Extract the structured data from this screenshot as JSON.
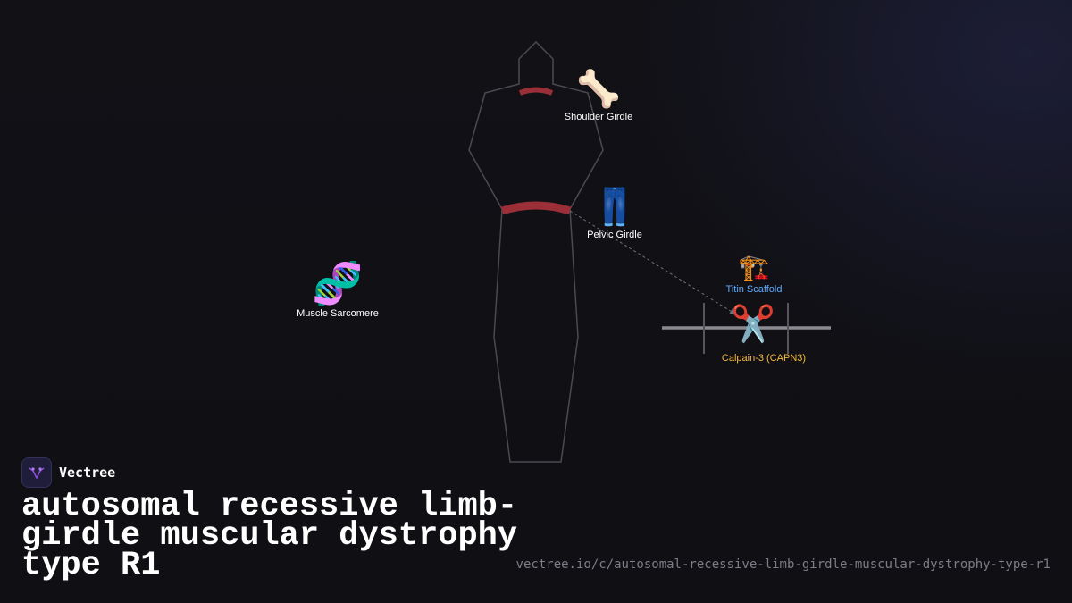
{
  "brand": {
    "name": "Vectree",
    "logo_icon": "vectree-logo-icon",
    "logo_color": "#8b4fd6"
  },
  "title": "autosomal recessive limb-girdle muscular dystrophy type R1",
  "url": "vectree.io/c/autosomal-recessive-limb-girdle-muscular-dystrophy-type-r1",
  "nodes": {
    "shoulder": {
      "label": "Shoulder Girdle",
      "icon": "bone-icon",
      "emoji": "🦴"
    },
    "pelvic": {
      "label": "Pelvic Girdle",
      "icon": "jeans-icon",
      "emoji": "👖"
    },
    "sarcomere": {
      "label": "Muscle Sarcomere",
      "icon": "dna-icon",
      "emoji": "🧬"
    },
    "titin": {
      "label": "Titin Scaffold",
      "icon": "crane-icon",
      "emoji": "🏗️"
    },
    "calpain": {
      "label": "Calpain-3 (CAPN3)",
      "icon": "scissors-icon",
      "emoji": "✂️"
    }
  },
  "colors": {
    "background": "#101016",
    "body_outline": "#4a4a50",
    "affected_band": "#9b2f37",
    "titin_label": "#5fa8ff",
    "calpain_label": "#f4b93e",
    "connector": "#707078"
  }
}
